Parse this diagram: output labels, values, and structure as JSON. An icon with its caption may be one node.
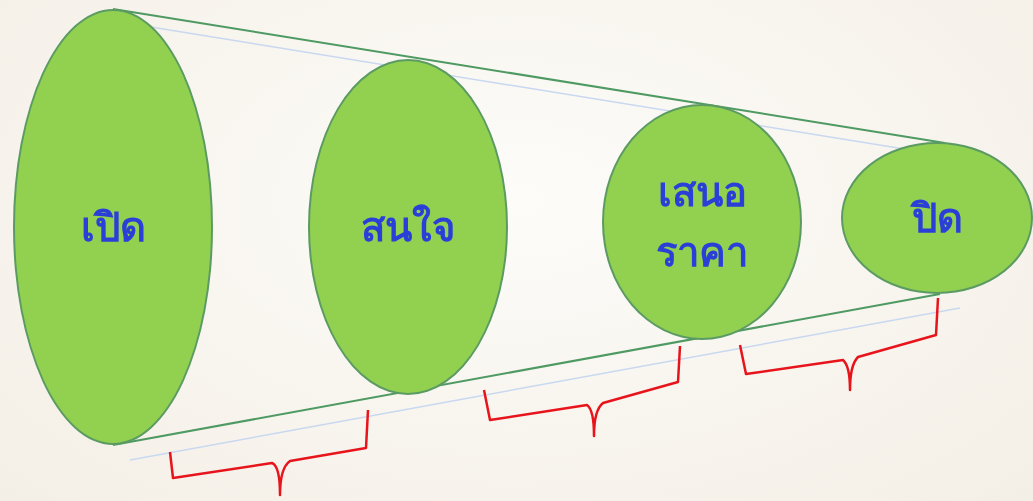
{
  "diagram": {
    "nodes": [
      {
        "text": [
          "เปิด"
        ]
      },
      {
        "text": [
          "สนใจ"
        ]
      },
      {
        "text": [
          "เสนอราคา"
        ]
      },
      {
        "text": [
          "ปิด"
        ]
      }
    ]
  }
}
